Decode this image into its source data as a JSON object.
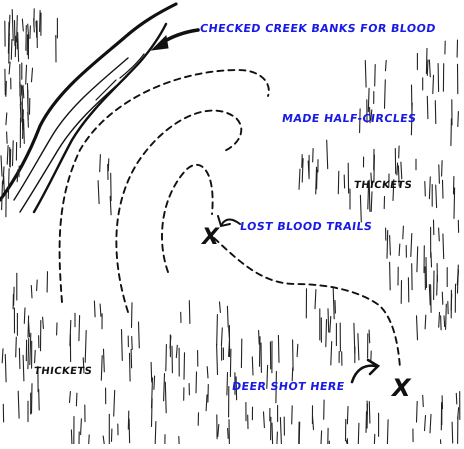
{
  "colors": {
    "ink": "#111111",
    "annotation": "#1a1ae6",
    "paper": "#ffffff"
  },
  "labels": {
    "creek": "CHECKED CREEK BANKS FOR BLOOD",
    "half_circles": "MADE HALF-CIRCLES",
    "thickets_right": "THICKETS",
    "lost_trails": "LOST BLOOD TRAILS",
    "thickets_left": "THICKETS",
    "deer_shot": "DEER SHOT HERE"
  },
  "markers": {
    "lost_trail_mark": "X",
    "deer_shot_mark": "X"
  },
  "icons": {
    "arrows": [
      "creek-arrow-icon",
      "lost-trail-arrow-icon",
      "deer-shot-arrow-icon"
    ],
    "vegetation": "thicket-hatching-icon"
  }
}
